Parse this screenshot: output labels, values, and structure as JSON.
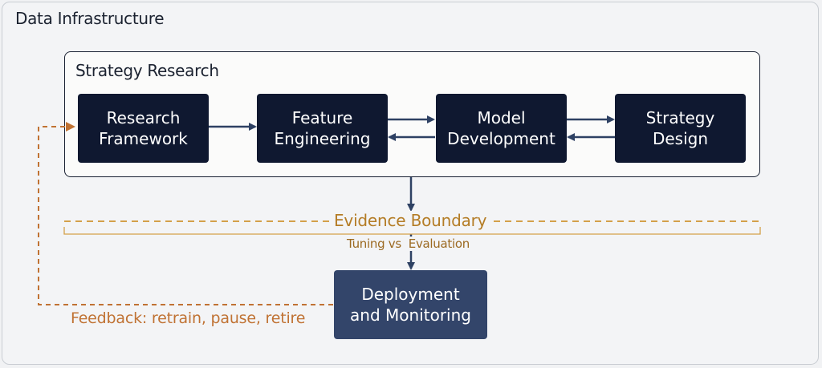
{
  "infrastructure": {
    "title": "Data Infrastructure"
  },
  "strategy_research": {
    "title": "Strategy Research",
    "nodes": [
      {
        "line1": "Research",
        "line2": "Framework"
      },
      {
        "line1": "Feature",
        "line2": "Engineering"
      },
      {
        "line1": "Model",
        "line2": "Development"
      },
      {
        "line1": "Strategy",
        "line2": "Design"
      }
    ]
  },
  "boundary": {
    "label": "Evidence Boundary",
    "sublabel": "Tuning vs  Evaluation"
  },
  "deployment": {
    "line1": "Deployment",
    "line2": "and Monitoring"
  },
  "feedback": {
    "label": "Feedback: retrain, pause, retire"
  },
  "colors": {
    "node_fill": "#0f1830",
    "deploy_fill": "#33456a",
    "boundary": "#d4a04a",
    "feedback": "#c07233",
    "arrow": "#2e4163"
  }
}
